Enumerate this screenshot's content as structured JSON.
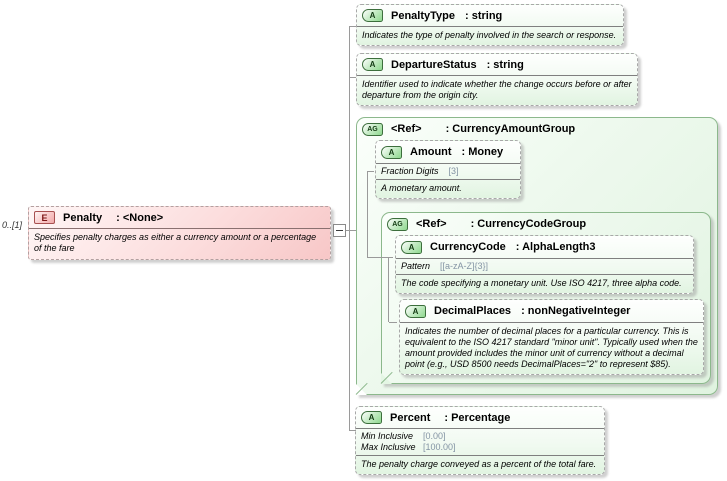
{
  "palette": {
    "element_fill": "#f7c7c7",
    "attribute_fill": "#e1f4e1",
    "group_fill": "#e0f3e0",
    "group_border": "#8cb88c",
    "connector": "#9a9a9a",
    "facet_value_text": "#8494a4"
  },
  "element": {
    "occurrence": "0..[1]",
    "badge": "E",
    "name": "Penalty",
    "type": ": <None>",
    "annotation": "Specifies penalty charges as either a currency amount or a percentage of the fare"
  },
  "toggle": {
    "state": "expanded",
    "glyph": "-"
  },
  "nodes": {
    "penalty_type": {
      "badge": "A",
      "name": "PenaltyType",
      "type": ": string",
      "annotation": "Indicates the type of penalty involved in the search or response."
    },
    "departure_status": {
      "badge": "A",
      "name": "DepartureStatus",
      "type": ": string",
      "annotation": "Identifier used to indicate whether the change occurs before or after departure from the origin city."
    },
    "currency_amount_group": {
      "badge": "AG",
      "name": "<Ref>",
      "type": ": CurrencyAmountGroup"
    },
    "amount": {
      "badge": "A",
      "name": "Amount",
      "type": ": Money",
      "facets": [
        {
          "name": "Fraction Digits",
          "value": "[3]"
        }
      ],
      "annotation": "A monetary amount."
    },
    "currency_code_group": {
      "badge": "AG",
      "name": "<Ref>",
      "type": ": CurrencyCodeGroup"
    },
    "currency_code": {
      "badge": "A",
      "name": "CurrencyCode",
      "type": ": AlphaLength3",
      "facets": [
        {
          "name": "Pattern",
          "value": "[[a-zA-Z]{3}]"
        }
      ],
      "annotation": "The code specifying a monetary unit. Use ISO 4217, three alpha code."
    },
    "decimal_places": {
      "badge": "A",
      "name": "DecimalPlaces",
      "type": ": nonNegativeInteger",
      "annotation": "Indicates the number of decimal places for a particular currency. This is equivalent to the ISO 4217 standard \"minor unit\". Typically used when the amount provided includes the minor unit of currency without a decimal point (e.g., USD 8500 needs DecimalPlaces=\"2\" to represent $85)."
    },
    "percent": {
      "badge": "A",
      "name": "Percent",
      "type": ": Percentage",
      "facets": [
        {
          "name": "Min Inclusive",
          "value": "[0.00]"
        },
        {
          "name": "Max Inclusive",
          "value": "[100.00]"
        }
      ],
      "annotation": "The penalty charge conveyed as a percent of the total fare."
    }
  }
}
